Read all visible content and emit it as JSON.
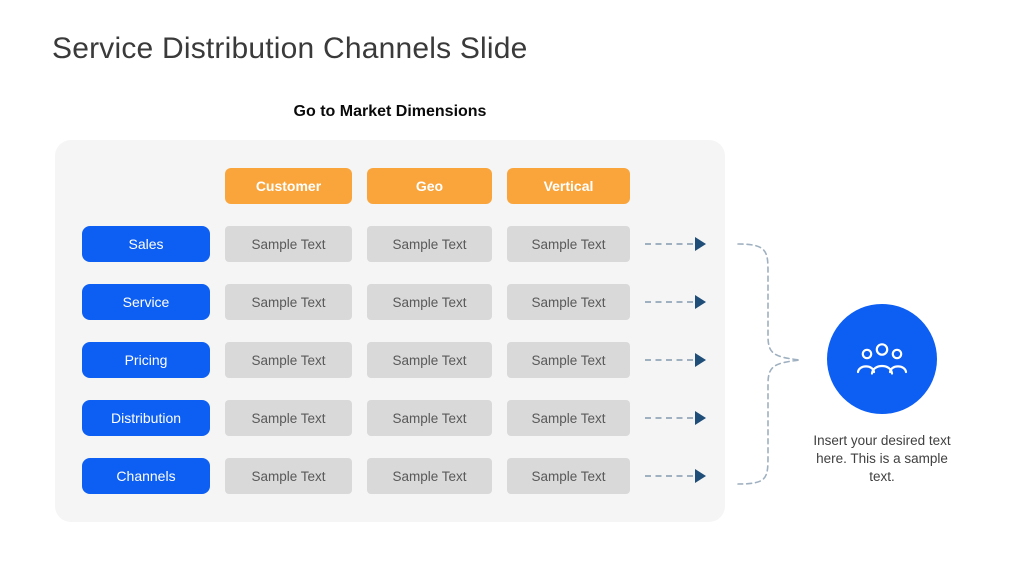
{
  "slide": {
    "title": "Service Distribution Channels Slide",
    "subtitle": "Go to Market Dimensions"
  },
  "matrix": {
    "column_headers": [
      "Customer",
      "Geo",
      "Vertical"
    ],
    "rows": [
      {
        "label": "Sales",
        "cells": [
          "Sample Text",
          "Sample Text",
          "Sample Text"
        ]
      },
      {
        "label": "Service",
        "cells": [
          "Sample Text",
          "Sample Text",
          "Sample Text"
        ]
      },
      {
        "label": "Pricing",
        "cells": [
          "Sample Text",
          "Sample Text",
          "Sample Text"
        ]
      },
      {
        "label": "Distribution",
        "cells": [
          "Sample Text",
          "Sample Text",
          "Sample Text"
        ]
      },
      {
        "label": "Channels",
        "cells": [
          "Sample Text",
          "Sample Text",
          "Sample Text"
        ]
      }
    ]
  },
  "callout": {
    "icon": "people-group-icon",
    "text": "Insert your desired text here. This is a sample text."
  },
  "colors": {
    "header_orange": "#f9a53c",
    "row_blue": "#0d5ef2",
    "cell_gray": "#d9d9d9",
    "panel_bg": "#f5f5f5",
    "arrow_navy": "#1f4e79",
    "dash_gray": "#9fb0c0"
  }
}
